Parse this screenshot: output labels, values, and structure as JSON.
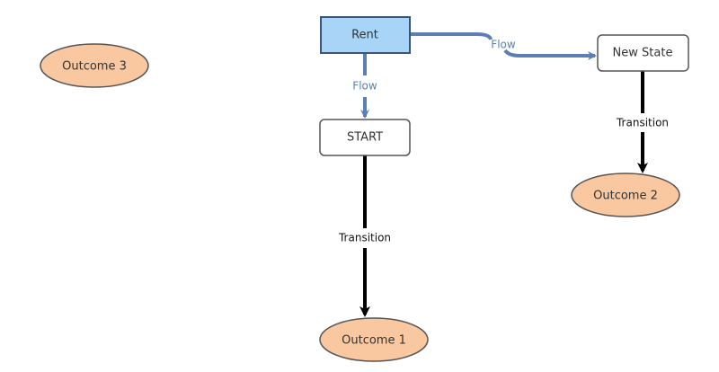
{
  "nodes": {
    "rent": {
      "label": "Rent",
      "fill": "#a8d4f7",
      "stroke": "#3a5577"
    },
    "start": {
      "label": "START",
      "fill": "#ffffff",
      "stroke": "#555555"
    },
    "new_state": {
      "label": "New State",
      "fill": "#ffffff",
      "stroke": "#555555"
    },
    "outcome1": {
      "label": "Outcome 1",
      "fill": "#f9c8a0",
      "stroke": "#555555"
    },
    "outcome2": {
      "label": "Outcome 2",
      "fill": "#f9c8a0",
      "stroke": "#555555"
    },
    "outcome3": {
      "label": "Outcome 3",
      "fill": "#f9c8a0",
      "stroke": "#555555"
    }
  },
  "edges": {
    "rent_to_start": {
      "label": "Flow",
      "color": "#5b7fb5"
    },
    "rent_to_new_state": {
      "label": "Flow",
      "color": "#5b7fb5"
    },
    "start_to_outcome1": {
      "label": "Transition",
      "color": "#000000"
    },
    "new_state_to_outcome2": {
      "label": "Transition",
      "color": "#000000"
    }
  }
}
